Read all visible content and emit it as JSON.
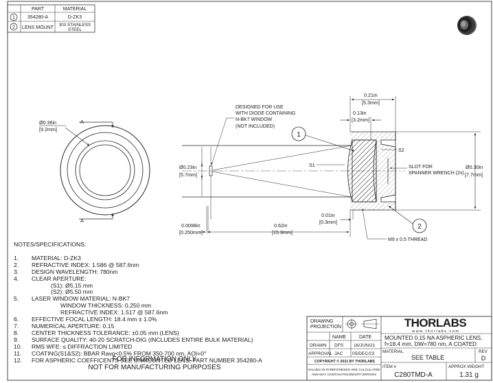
{
  "parts_table": {
    "header": [
      "",
      "PART",
      "MATERIAL"
    ],
    "rows": [
      {
        "item": "1",
        "part": "354280-A",
        "material": "D-ZK3"
      },
      {
        "item": "2",
        "part": "LENS MOUNT",
        "material_l1": "303 STAINLESS",
        "material_l2": "STEEL"
      }
    ]
  },
  "front_view": {
    "dim_in": "Ø0.36in",
    "dim_mm": "[9.2mm]",
    "section_top": "A",
    "section_bottom": "A"
  },
  "side_view": {
    "note_l1": "DESIGNED FOR USE",
    "note_l2": "WITH DIODE CONTAINING",
    "note_l3": "N-BK7 WINDOW",
    "note_l4": "(NOT INCLUDED)",
    "dim_021_in": "0.21in",
    "dim_021_mm": "[5.3mm]",
    "dim_013_in": "0.13in",
    "dim_013_mm": "[3.2mm]",
    "dim_023_in": "Ø0.23in",
    "dim_023_mm": "[5.7mm]",
    "dim_030_in": "Ø0.30in",
    "dim_030_mm": "[7.7mm]",
    "dim_00098_in": "0.0098in",
    "dim_00098_mm": "[0.250mm]",
    "dim_062_in": "0.62in",
    "dim_062_mm": "[15.9mm]",
    "dim_001_in": "0.01in",
    "dim_001_mm": "[0.3mm]",
    "s1": "S1",
    "s2": "S2",
    "balloon_1": "1",
    "balloon_2": "2",
    "slot_l1": "SLOT FOR",
    "slot_l2": "SPANNER WRENCH (2x)",
    "thread": "M9 x 0.5 THREAD"
  },
  "notes": {
    "header": "NOTES/SPECIFICATIONS:",
    "items": [
      {
        "num": "1.",
        "text": "MATERIAL: D-ZK3"
      },
      {
        "num": "2.",
        "text": "REFRACTIVE INDEX: 1.586 @ 587.6nm"
      },
      {
        "num": "3.",
        "text": "DESIGN WAVELENGTH: 780nm"
      },
      {
        "num": "4.",
        "text": "CLEAR APERTURE:"
      },
      {
        "num": "5.",
        "text": "LASER WINDOW MATERIAL: N-BK7"
      },
      {
        "num": "6.",
        "text": "EFFECTIVE FOCAL LENGTH: 18.4 mm ± 1.0%"
      },
      {
        "num": "7.",
        "text": "NUMERICAL APERTURE: 0.15"
      },
      {
        "num": "8.",
        "text": "CENTER THICKNESS TOLERANCE: ±0.05 mm (LENS)"
      },
      {
        "num": "9.",
        "text": "SURFACE QUALITY: 40-20 SCRATCH-DIG (INCLUDES ENTIRE BULK MATERIAL)"
      },
      {
        "num": "10.",
        "text": "RMS WFE: ≤ DIFFRACTION LIMITED"
      },
      {
        "num": "11.",
        "text": "COATING(S1&S2): BBAR Ravg<0.5% FROM 350-700 nm, AOI=0°"
      },
      {
        "num": "12.",
        "text": "FOR ASPHERIC COEFFICENTS SEE UNMOUNTED LENS, PART NUMBER 354280-A"
      }
    ],
    "ca_s1": "(S1): Ø5.15 mm",
    "ca_s2": "(S2): Ø5.50 mm",
    "window_thickness": "WINDOW THICKNESS: 0.250 mm",
    "window_index": "REFRACTIVE INDEX: 1.517 @ 587.6nm"
  },
  "disclaimer": {
    "line1": "FOR INFORMATION ONLY",
    "line2": "NOT FOR MANUFACTURING PURPOSES"
  },
  "title_block": {
    "drawing_l1": "DRAWING",
    "drawing_l2": "PROJECTION",
    "col_name": "NAME",
    "col_date": "DATE",
    "drawn_label": "DRAWN",
    "drawn_name": "DFS",
    "drawn_date": "16/JUN/21",
    "approval_label": "APPROVAL",
    "approval_name": "JAC",
    "approval_date": "05/DEC/23",
    "copyright": "COPYRIGHT © 2021 BY THORLABS",
    "values_l1": "VALUES IN PARENTHESES ARE CALCULATED",
    "values_l2": "AND MAY CONTAIN ROUNDOFF ERRORS",
    "logo": "THORLABS",
    "website": "w w w . t h o r l a b s . c o m",
    "desc_l1": "MOUNTED 0.15 NA ASPHERIC LENS,",
    "desc_l2": "f=18.4 mm, DW=780 nm, A COATED",
    "material_label": "MATERIAL",
    "material_value": "SEE TABLE",
    "rev_label": "REV",
    "rev_value": "D",
    "item_label": "ITEM #",
    "item_value": "C280TMD-A",
    "weight_label": "APPROX WEIGHT",
    "weight_value": "1.31 g"
  }
}
